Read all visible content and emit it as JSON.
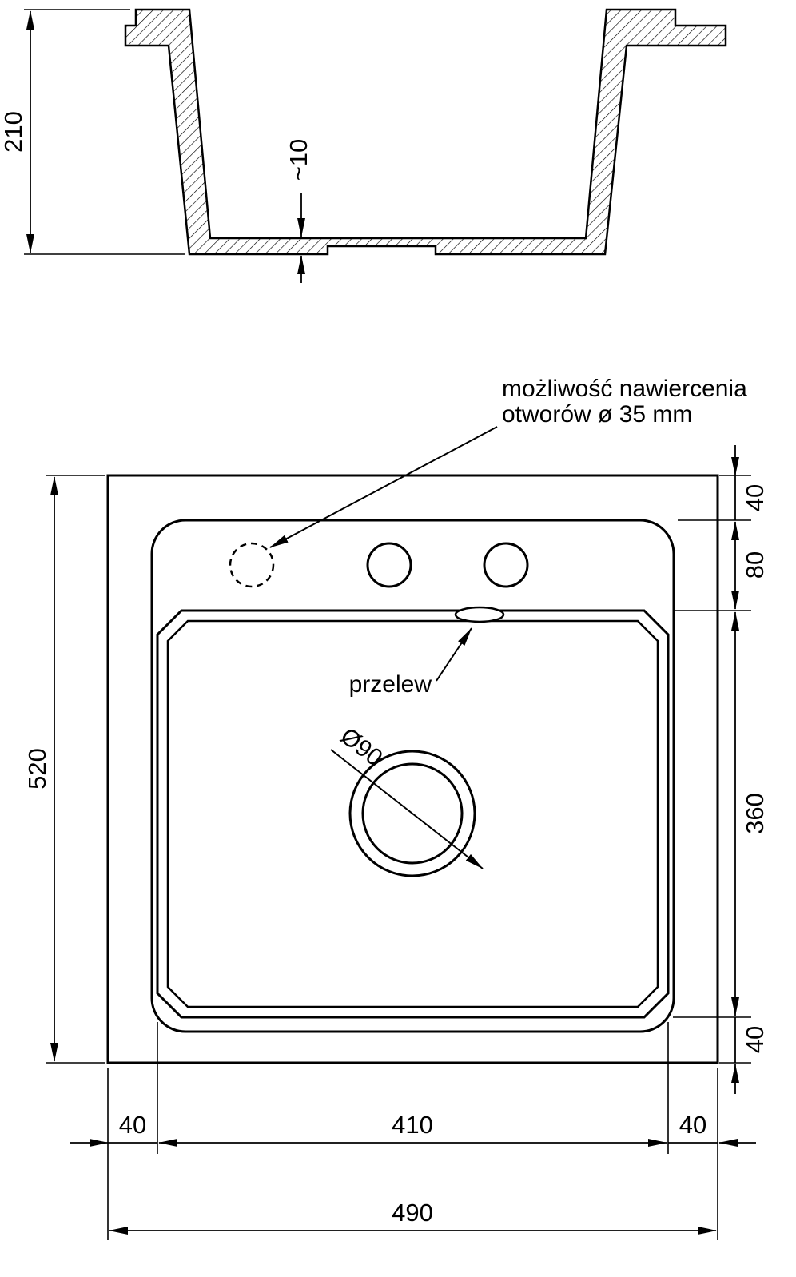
{
  "page": {
    "background": "#ffffff",
    "line_color": "#000000"
  },
  "cross_section_view": {
    "dim_total_height": "210",
    "dim_bottom_thickness": "~10"
  },
  "plan_view": {
    "note_drill": {
      "line1": "możliwość nawiercenia",
      "line2": "otworów ø 35 mm"
    },
    "label_overflow": "przelew",
    "label_drain_diameter": "Ø90",
    "dim_total_height": "520",
    "dim_total_width": "490",
    "dims_right": {
      "top_margin": "40",
      "faucet_zone": "80",
      "basin_depth": "360",
      "bottom_margin": "40"
    },
    "dims_bottom": {
      "left_margin": "40",
      "basin_width": "410",
      "right_margin": "40"
    }
  }
}
